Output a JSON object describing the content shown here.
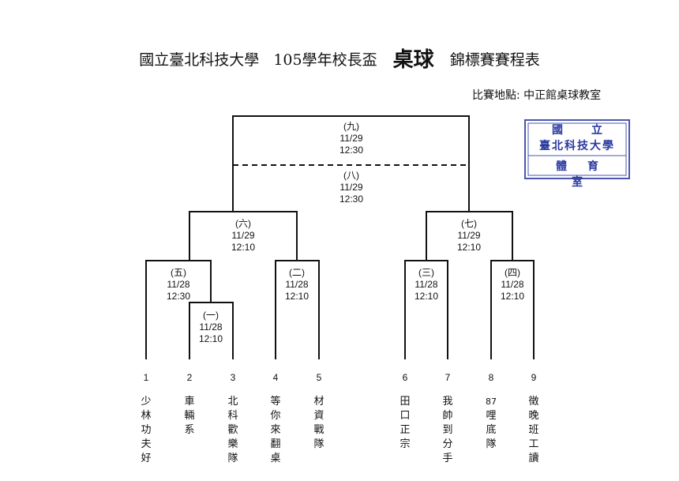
{
  "header": {
    "title_left": "國立臺北科技大學",
    "title_mid": "105學年校長盃",
    "title_sport": "桌球",
    "title_right": "錦標賽賽程表"
  },
  "venue": "比賽地點: 中正館桌球教室",
  "stamp": {
    "line1": "國立",
    "line2": "臺北科技大學",
    "line3": "體育室",
    "color": "#2b3aa0"
  },
  "matches": [
    {
      "id": "1",
      "label": "(一)",
      "date": "11/28",
      "time": "12:10"
    },
    {
      "id": "2",
      "label": "(二)",
      "date": "11/28",
      "time": "12:10"
    },
    {
      "id": "3",
      "label": "(三)",
      "date": "11/28",
      "time": "12:10"
    },
    {
      "id": "4",
      "label": "(四)",
      "date": "11/28",
      "time": "12:10"
    },
    {
      "id": "5",
      "label": "(五)",
      "date": "11/28",
      "time": "12:30"
    },
    {
      "id": "6",
      "label": "(六)",
      "date": "11/29",
      "time": "12:10"
    },
    {
      "id": "7",
      "label": "(七)",
      "date": "11/29",
      "time": "12:10"
    },
    {
      "id": "8",
      "label": "(八)",
      "date": "11/29",
      "time": "12:30"
    },
    {
      "id": "9",
      "label": "(九)",
      "date": "11/29",
      "time": "12:30"
    }
  ],
  "teams": [
    {
      "seed": "1",
      "name": "少林功夫好"
    },
    {
      "seed": "2",
      "name": "車輛系"
    },
    {
      "seed": "3",
      "name": "北科歡樂隊"
    },
    {
      "seed": "4",
      "name": "等你來翻桌"
    },
    {
      "seed": "5",
      "name": "材資戰隊"
    },
    {
      "seed": "6",
      "name": "田口正宗"
    },
    {
      "seed": "7",
      "name": "我帥到分手"
    },
    {
      "seed": "8",
      "name": "87哩底隊"
    },
    {
      "seed": "9",
      "name": "徵晚班工讀"
    }
  ]
}
